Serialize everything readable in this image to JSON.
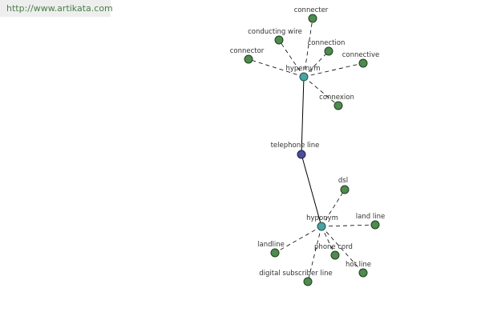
{
  "header": {
    "source_url": "http://www.artikata.com"
  },
  "graph": {
    "center": {
      "id": "telephone-line",
      "label": "telephone line"
    },
    "hubs": [
      {
        "id": "hypernym",
        "label": "hypernym"
      },
      {
        "id": "hyponym",
        "label": "hyponym"
      }
    ],
    "leaves": [
      {
        "id": "connecter",
        "label": "connecter",
        "hub": "hypernym"
      },
      {
        "id": "conducting-wire",
        "label": "conducting wire",
        "hub": "hypernym"
      },
      {
        "id": "connection",
        "label": "connection",
        "hub": "hypernym"
      },
      {
        "id": "connector",
        "label": "connector",
        "hub": "hypernym"
      },
      {
        "id": "connective",
        "label": "connective",
        "hub": "hypernym"
      },
      {
        "id": "connexion",
        "label": "connexion",
        "hub": "hypernym"
      },
      {
        "id": "dsl",
        "label": "dsl",
        "hub": "hyponym"
      },
      {
        "id": "land-line",
        "label": "land line",
        "hub": "hyponym"
      },
      {
        "id": "landline",
        "label": "landline",
        "hub": "hyponym"
      },
      {
        "id": "phone-cord",
        "label": "phone cord",
        "hub": "hyponym"
      },
      {
        "id": "hot-line",
        "label": "hot line",
        "hub": "hyponym"
      },
      {
        "id": "digital-subscriber-line",
        "label": "digital subscriber line",
        "hub": "hyponym"
      }
    ],
    "colors": {
      "leaf": "#4f8a4f",
      "hub": "#4aa3a3",
      "center": "#4a4f9a"
    }
  }
}
